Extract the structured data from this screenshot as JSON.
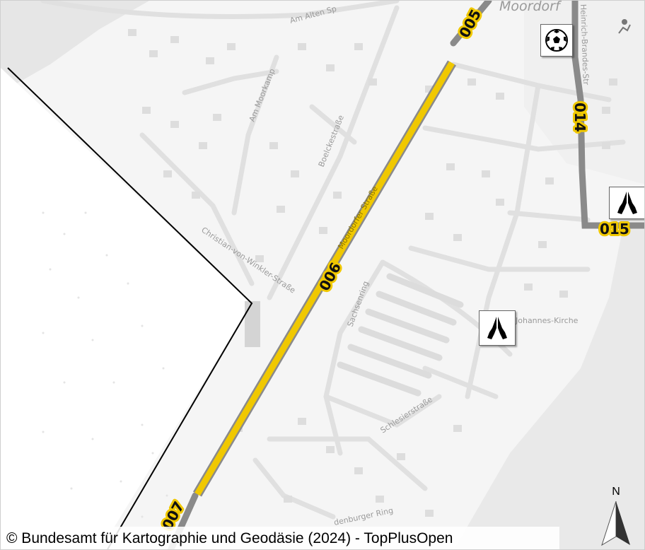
{
  "map": {
    "place_label": "Moordorf",
    "streets": {
      "am_alten": "Am Alten Sp",
      "am_moorkamp": "Am Moorkamp",
      "boelckestrasse": "Boelckestraße",
      "moordorfer_strasse": "Moordorfer Straße",
      "christian_von_winkler": "Christian-von-Winkler-Straße",
      "sachsenring": "Sachsenring",
      "schlesierstrasse": "Schlesierstraße",
      "brandenburger_ring": "denburger Ring",
      "heinrich_brandes": "Heinrich-Brandes-Str",
      "kirche": "Johannes-Kirche"
    },
    "route_segments": [
      "005",
      "006",
      "007",
      "014",
      "015"
    ],
    "colors": {
      "highlight": "#f0c800",
      "route": "#8a8a8a",
      "boundary": "#000000",
      "roads": "#e2e2e2",
      "buildings": "#dcdcdc"
    },
    "pois": {
      "soccer": "soccer-ball-icon",
      "church_1": "praying-hands-icon",
      "church_2": "praying-hands-icon"
    }
  },
  "attribution": "© Bundesamt für Kartographie und Geodäsie (2024) - TopPlusOpen",
  "north_arrow": {
    "label": "N"
  }
}
